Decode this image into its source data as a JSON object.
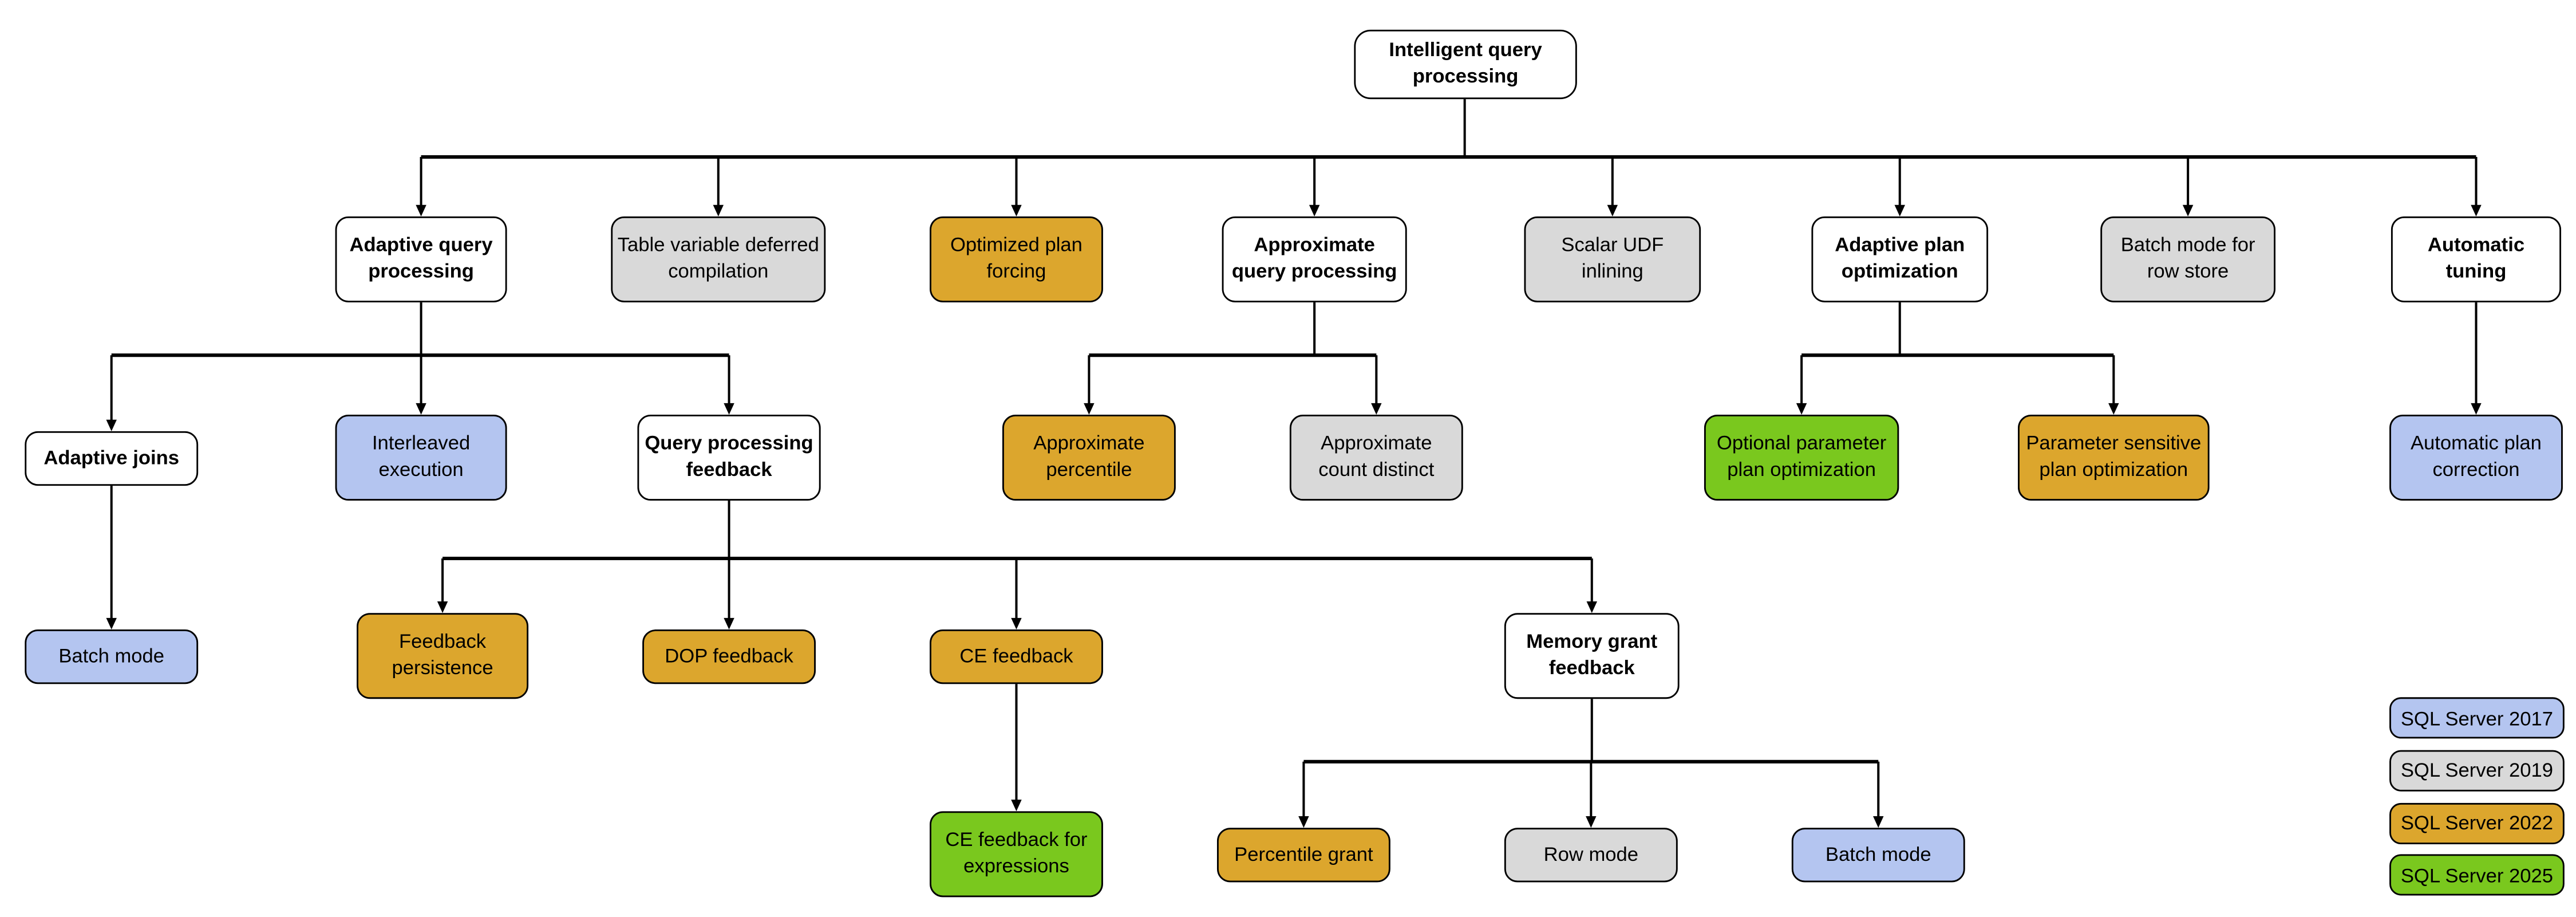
{
  "diagram": {
    "title": "Intelligent query processing",
    "nodes": [
      {
        "label": "Intelligent query processing",
        "version": "base"
      },
      {
        "label": "Adaptive query processing",
        "version": "base"
      },
      {
        "label": "Table variable deferred compilation",
        "version": "SQL Server 2019"
      },
      {
        "label": "Optimized plan forcing",
        "version": "SQL Server 2022"
      },
      {
        "label": "Approximate query processing",
        "version": "base"
      },
      {
        "label": "Scalar UDF inlining",
        "version": "SQL Server 2019"
      },
      {
        "label": "Adaptive plan optimization",
        "version": "base"
      },
      {
        "label": "Batch mode for row store",
        "version": "SQL Server 2019"
      },
      {
        "label": "Automatic tuning",
        "version": "base"
      },
      {
        "label": "Adaptive joins",
        "version": "base"
      },
      {
        "label": "Interleaved execution",
        "version": "SQL Server 2017"
      },
      {
        "label": "Query processing feedback",
        "version": "base"
      },
      {
        "label": "Approximate percentile",
        "version": "SQL Server 2022"
      },
      {
        "label": "Approximate count distinct",
        "version": "SQL Server 2019"
      },
      {
        "label": "Optional parameter plan optimization",
        "version": "SQL Server 2025"
      },
      {
        "label": "Parameter sensitive plan optimization",
        "version": "SQL Server 2022"
      },
      {
        "label": "Automatic plan correction",
        "version": "SQL Server 2017"
      },
      {
        "label": "Batch mode",
        "version": "SQL Server 2017"
      },
      {
        "label": "Feedback persistence",
        "version": "SQL Server 2022"
      },
      {
        "label": "DOP feedback",
        "version": "SQL Server 2022"
      },
      {
        "label": "CE feedback",
        "version": "SQL Server 2022"
      },
      {
        "label": "Memory grant feedback",
        "version": "base"
      },
      {
        "label": "CE feedback for expressions",
        "version": "SQL Server 2025"
      },
      {
        "label": "Percentile grant",
        "version": "SQL Server 2022"
      },
      {
        "label": "Row mode",
        "version": "SQL Server 2019"
      },
      {
        "label": "Batch mode",
        "version": "SQL Server 2017"
      }
    ]
  },
  "legend": {
    "items": [
      {
        "label": "SQL Server 2017",
        "color": "#B4C5F0"
      },
      {
        "label": "SQL Server 2019",
        "color": "#D9D9D9"
      },
      {
        "label": "SQL Server 2022",
        "color": "#DCA62D"
      },
      {
        "label": "SQL Server 2025",
        "color": "#7AC81E"
      }
    ]
  },
  "palette": {
    "base_node": "#FFFFFF",
    "sql_2017": "#B4C5F0",
    "sql_2019": "#D9D9D9",
    "sql_2022": "#DCA62D",
    "sql_2025": "#7AC81E",
    "border": "#000000"
  }
}
